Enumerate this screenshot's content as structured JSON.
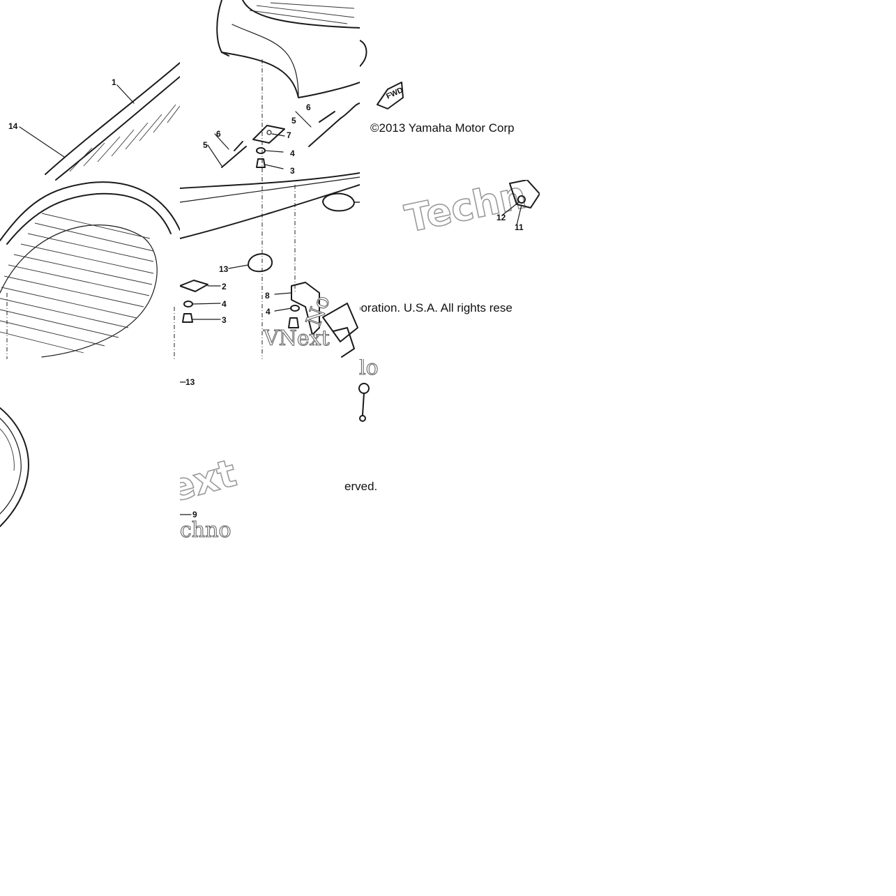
{
  "diagram": {
    "callouts": [
      "1",
      "2",
      "3",
      "4",
      "5",
      "6",
      "7",
      "8",
      "9",
      "11",
      "12",
      "13",
      "14"
    ],
    "fwd_label": "FWD",
    "copyright_1": "©2013 Yamaha Motor Corp",
    "copyright_2": "poration. U.S.A. All rights rese",
    "copyright_3": "erved.",
    "watermark_1": "Techn",
    "watermark_2": "VNext",
    "watermark_3": "ext",
    "watermark_4": "chno",
    "watermark_5": "No",
    "watermark_6": "lo"
  }
}
